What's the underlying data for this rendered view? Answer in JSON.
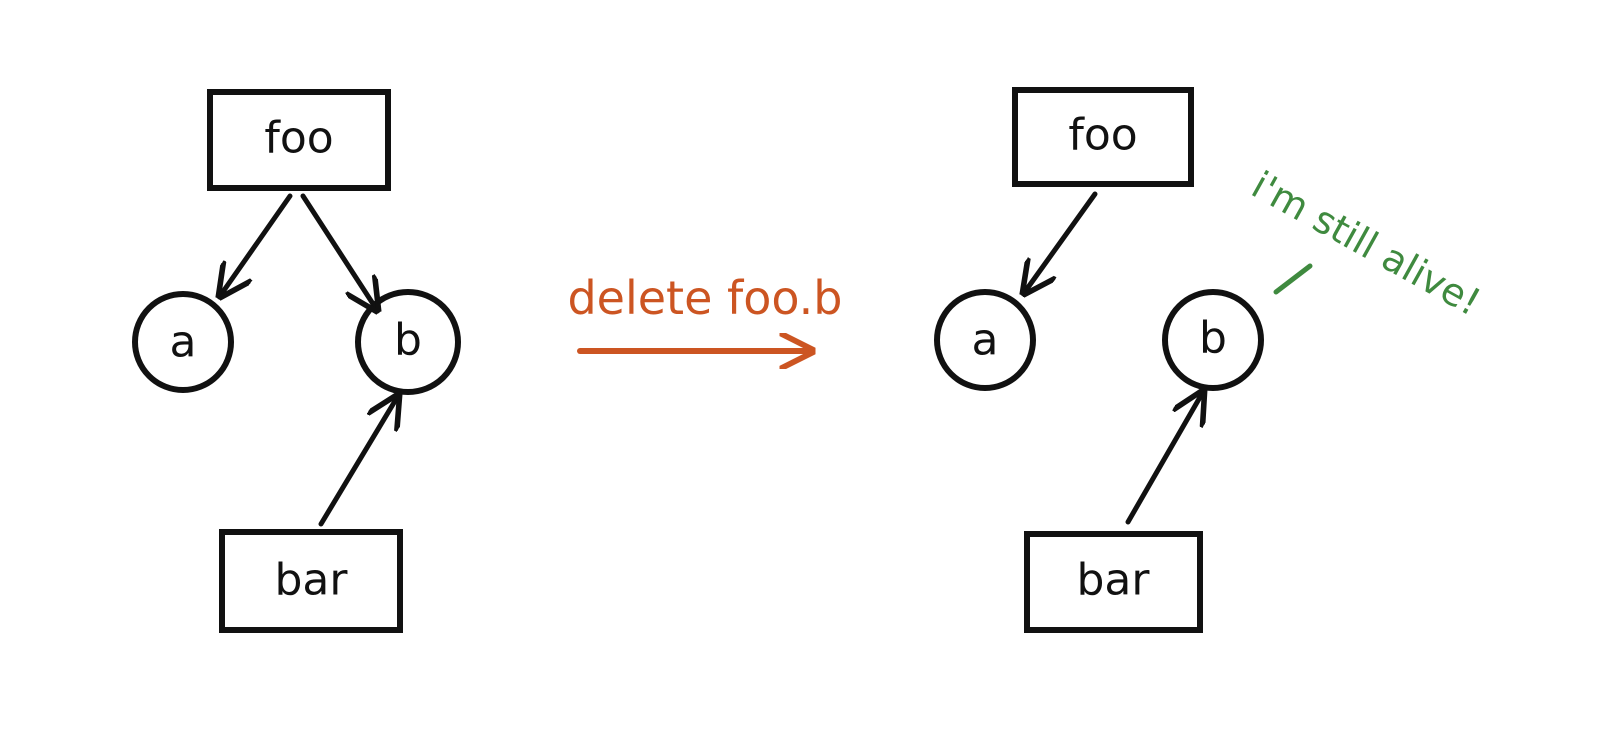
{
  "colors": {
    "ink": "#111111",
    "action": "#cc5522",
    "note": "#3f8a3f"
  },
  "before": {
    "nodes": {
      "foo": "foo",
      "a": "a",
      "b": "b",
      "bar": "bar"
    }
  },
  "action": {
    "label": "delete foo.b"
  },
  "after": {
    "nodes": {
      "foo": "foo",
      "a": "a",
      "b": "b",
      "bar": "bar"
    },
    "annotation": "i'm still alive!"
  }
}
